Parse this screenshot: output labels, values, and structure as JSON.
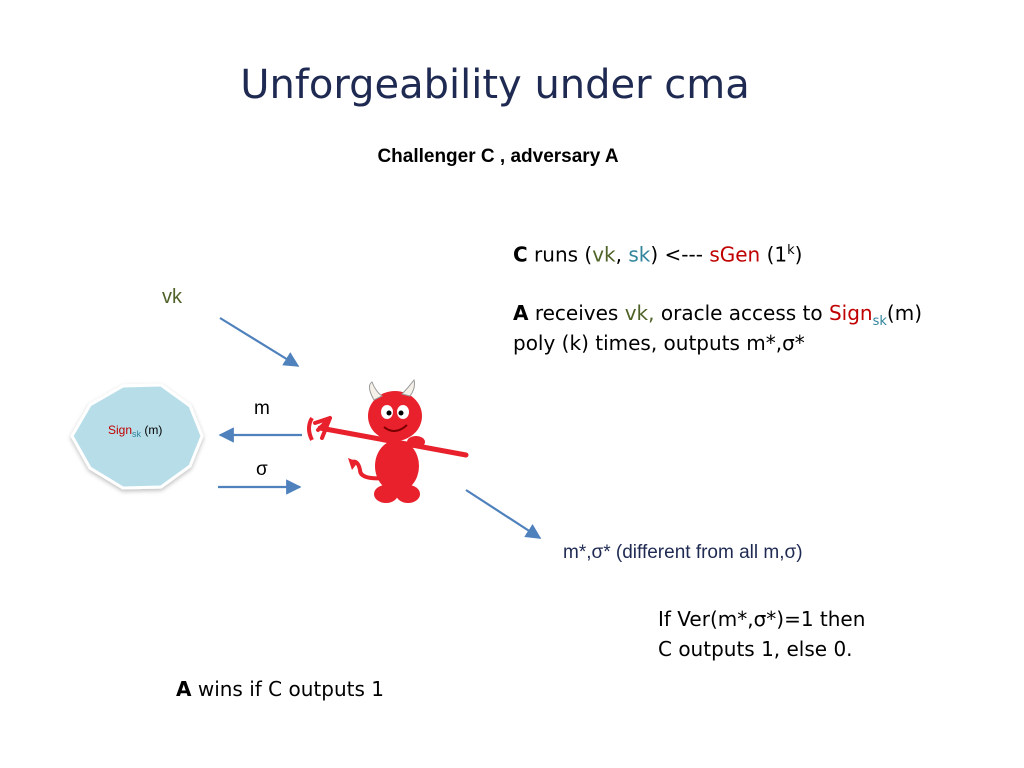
{
  "title": "Unforgeability under cma",
  "subtitle": "Challenger C , adversary A",
  "setup_line": {
    "c": "C",
    "runs": "runs",
    "lparen": "(",
    "vk": "vk",
    "comma": ",",
    "sk": "sk",
    "arrow": ") <--- ",
    "sgen": "sGen",
    "lparen2": " (1",
    "sup": "k",
    "rparen": ")"
  },
  "adversary_line": {
    "a": "A",
    "receives": "receives",
    "vk": "vk,",
    "oracle": "oracle access to",
    "sign": "Sign",
    "sub": "sk",
    "arg": "(m)",
    "line2": "poly (k) times, outputs m*,σ*"
  },
  "diagram": {
    "vk_label": "vk",
    "oracle_sign": "Sign",
    "oracle_sub": "sk",
    "oracle_arg": " (m)",
    "m_label": "m",
    "sigma_label": "σ",
    "forgery": "m*,σ*  (different from all m,σ)"
  },
  "verify": {
    "line1": "If Ver(m*,σ*)=1 then",
    "line2": "C outputs 1, else 0."
  },
  "win": {
    "a": "A",
    "rest": "wins if C outputs 1"
  },
  "colors": {
    "title": "#1f2a52",
    "green": "#4f6228",
    "teal": "#31849b",
    "red": "#c00000",
    "arrow": "#4f81bd",
    "oracle_fill": "#b7dde8",
    "devil": "#e8212c"
  },
  "icons": {
    "adversary": "devil-icon",
    "oracle": "decagon-shape"
  }
}
